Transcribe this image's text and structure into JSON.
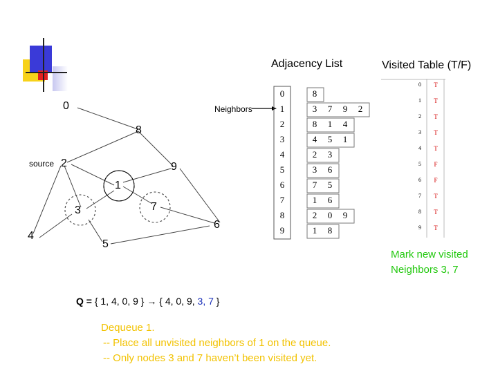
{
  "titles": {
    "adjacency": "Adjacency List",
    "visited": "Visited Table (T/F)"
  },
  "graph": {
    "nodes": [
      {
        "label": "0"
      },
      {
        "label": "8"
      },
      {
        "label": "2"
      },
      {
        "label": "9"
      },
      {
        "label": "1"
      },
      {
        "label": "3"
      },
      {
        "label": "7"
      },
      {
        "label": "4"
      },
      {
        "label": "6"
      },
      {
        "label": "5"
      }
    ],
    "source_label": "source",
    "neighbors_label": "Neighbors"
  },
  "adjacency": {
    "indices": [
      "0",
      "1",
      "2",
      "3",
      "4",
      "5",
      "6",
      "7",
      "8",
      "9"
    ],
    "rows": [
      [
        "8"
      ],
      [
        "3",
        "7",
        "9",
        "2"
      ],
      [
        "8",
        "1",
        "4"
      ],
      [
        "4",
        "5",
        "1"
      ],
      [
        "2",
        "3"
      ],
      [
        "3",
        "6"
      ],
      [
        "7",
        "5"
      ],
      [
        "1",
        "6"
      ],
      [
        "2",
        "0",
        "9"
      ],
      [
        "1",
        "8"
      ]
    ]
  },
  "visited": {
    "indices": [
      "0",
      "1",
      "2",
      "3",
      "4",
      "5",
      "6",
      "7",
      "8",
      "9"
    ],
    "values": [
      "T",
      "T",
      "T",
      "T",
      "T",
      "F",
      "F",
      "T",
      "T",
      "T"
    ]
  },
  "notes": {
    "mark_line1": "Mark new visited",
    "mark_line2": "Neighbors 3, 7",
    "dequeue_line1": "Dequeue 1.",
    "dequeue_line2": "-- Place all unvisited neighbors of 1 on the queue.",
    "dequeue_line3": "-- Only nodes 3 and 7 haven’t been visited yet."
  },
  "queue": {
    "prefix": "Q =",
    "before": "{  1, 4, 0, 9 }",
    "arrow": "→",
    "after_open": "{ 4, 0, 9, ",
    "new_items": "3, 7",
    "after_close": " }"
  },
  "colors": {
    "green": "#22c80e",
    "yellow": "#f2c200",
    "red": "#d40000",
    "blue": "#1a2fb8"
  }
}
